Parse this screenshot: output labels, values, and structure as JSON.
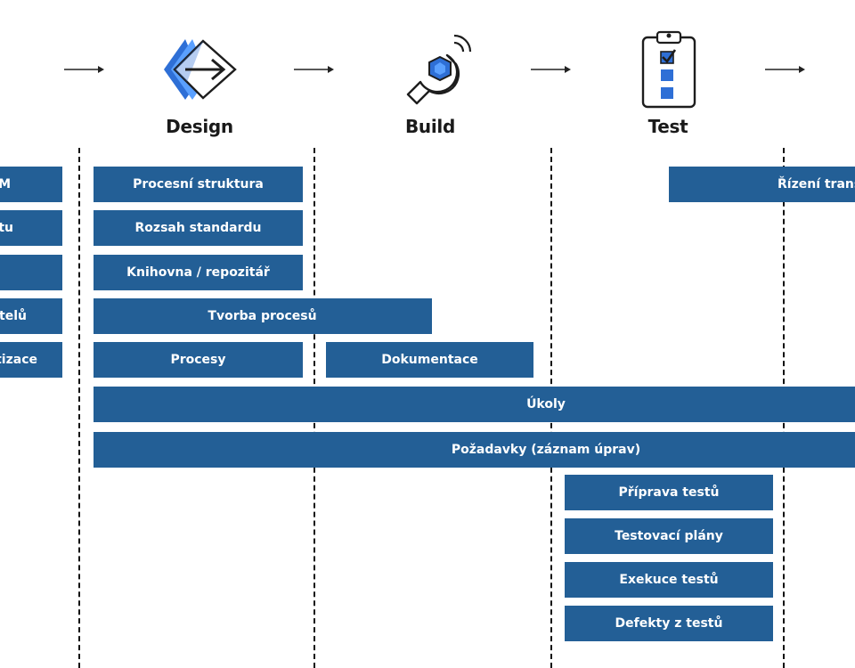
{
  "colors": {
    "bar": "#235f96",
    "icon_blue": "#2e6fd6",
    "icon_light": "#5aa0ff",
    "text": "#1a1a1a"
  },
  "phases": [
    {
      "label": "Design",
      "icon": "design-diamond-arrow-icon"
    },
    {
      "label": "Build",
      "icon": "wrench-hex-icon"
    },
    {
      "label": "Test",
      "icon": "clipboard-checklist-icon"
    }
  ],
  "left_column_bars": [
    "M",
    "tu",
    "",
    "telů",
    "tizace"
  ],
  "design_bars": [
    "Procesní struktura",
    "Rozsah standardu",
    "Knihovna / repozitář"
  ],
  "spanning_bars": {
    "tvorba": "Tvorba procesů",
    "procesy": "Procesy",
    "dokumentace": "Dokumentace",
    "ukoly": "Úkoly",
    "pozadavky": "Požadavky (záznam úprav)",
    "rizeni": "Řízení trans"
  },
  "test_bars": [
    "Příprava testů",
    "Testovací plány",
    "Exekuce testů",
    "Defekty z testů"
  ]
}
